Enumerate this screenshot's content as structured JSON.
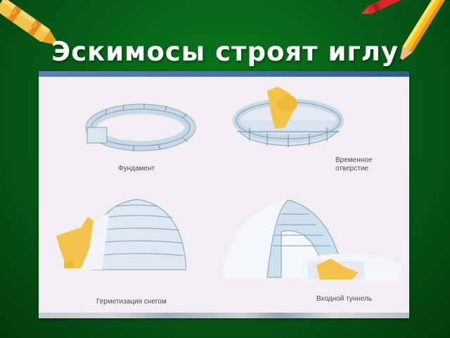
{
  "slide": {
    "title": "Эскимосы строят иглу",
    "background_color": "#07681a",
    "frame_bar_color": "#4a70b5"
  },
  "illustration": {
    "panels": [
      {
        "id": "foundation",
        "caption": "Фундамент"
      },
      {
        "id": "temporary-opening",
        "caption_line1": "Временное",
        "caption_line2": "отверстие"
      },
      {
        "id": "snow-sealing",
        "caption": "Герметизация снегом"
      },
      {
        "id": "entrance-tunnel",
        "caption": "Входной туннель"
      }
    ]
  },
  "decorations": {
    "left": "orange-crayon-icon",
    "right": "yellow-pencil-icon",
    "top_right": "red-crayon-icon"
  }
}
